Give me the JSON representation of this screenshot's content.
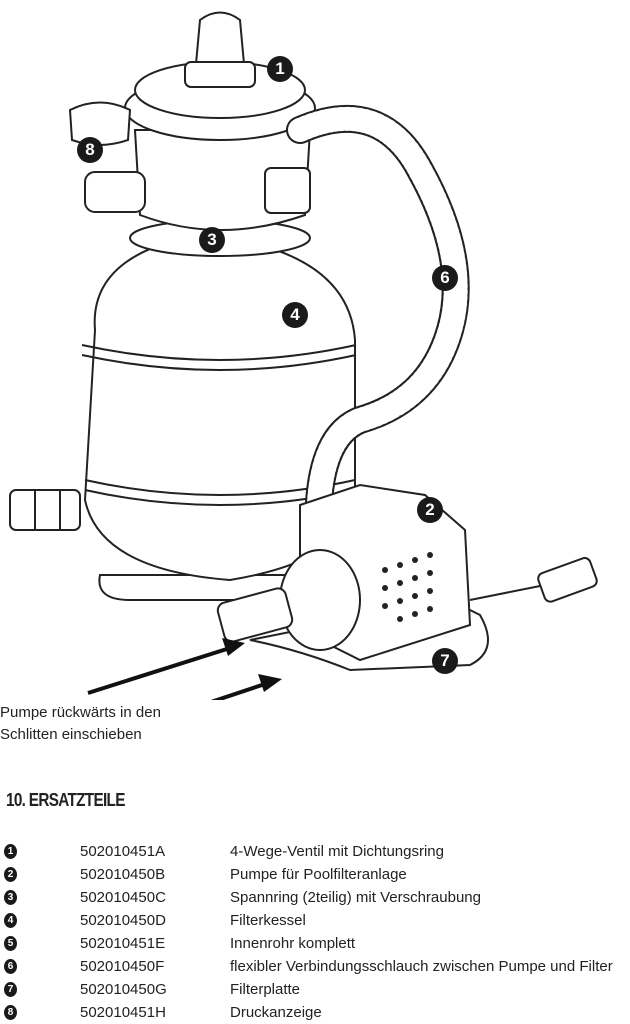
{
  "illustration": {
    "callouts": [
      "1",
      "2",
      "3",
      "4",
      "6",
      "7",
      "8"
    ],
    "caption_lines": [
      "Pumpe rückwärts in den",
      "Schlitten einschieben"
    ]
  },
  "section": {
    "title": "10. ERSATZTEILE"
  },
  "parts": [
    {
      "num": "1",
      "code": "502010451A",
      "description": "4-Wege-Ventil mit Dichtungsring"
    },
    {
      "num": "2",
      "code": "502010450B",
      "description": "Pumpe für Poolfilteranlage"
    },
    {
      "num": "3",
      "code": "502010450C",
      "description": "Spannring (2teilig) mit Verschraubung"
    },
    {
      "num": "4",
      "code": "502010450D",
      "description": "Filterkessel"
    },
    {
      "num": "5",
      "code": "502010451E",
      "description": "Innenrohr komplett"
    },
    {
      "num": "6",
      "code": "502010450F",
      "description": "flexibler Verbindungsschlauch zwischen Pumpe und Filter"
    },
    {
      "num": "7",
      "code": "502010450G",
      "description": "Filterplatte"
    },
    {
      "num": "8",
      "code": "502010451H",
      "description": "Druckanzeige"
    }
  ]
}
